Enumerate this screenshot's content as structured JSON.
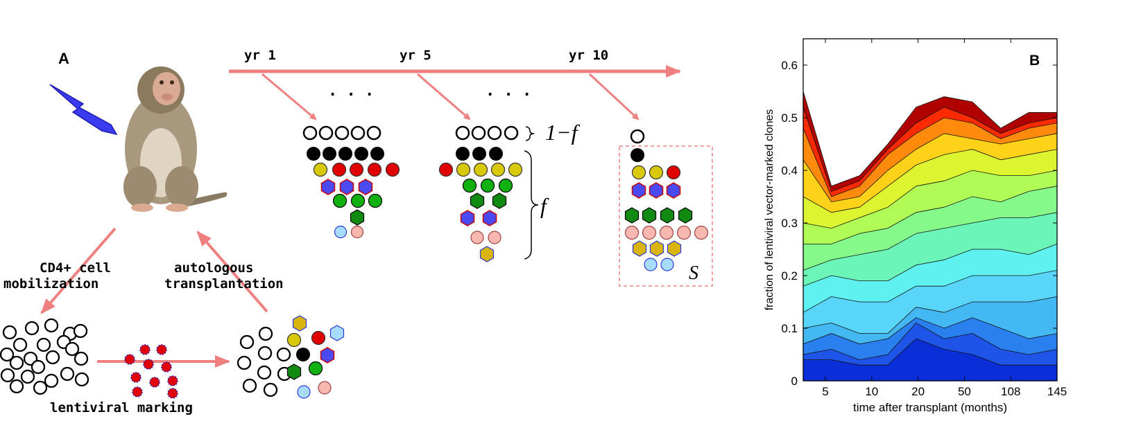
{
  "panel_a": {
    "label": "A",
    "timeline": {
      "yr1": "yr 1",
      "yr5": "yr 5",
      "yr10": "yr 10",
      "ellipsis": ". . ."
    },
    "cycle": {
      "mobilization": [
        "CD4+ cell",
        "mobilization"
      ],
      "transplant": [
        "autologous",
        "transplantation"
      ],
      "marking": "lentiviral marking"
    },
    "symbols": {
      "one_minus_f": "1−f",
      "f": "f",
      "s": "S"
    }
  },
  "chart_data": {
    "type": "area",
    "label": "B",
    "xlabel": "time after transplant (months)",
    "ylabel": "fraction of lentiviral vector-marked clones",
    "x_tick_labels": [
      "5",
      "10",
      "20",
      "50",
      "108",
      "145"
    ],
    "y_tick_labels": [
      "0",
      "0.1",
      "0.2",
      "0.3",
      "0.4",
      "0.5",
      "0.6"
    ],
    "ylim": [
      0,
      0.65
    ],
    "grid": false,
    "layer_boundaries": [
      [
        0.04,
        0.04,
        0.03,
        0.03,
        0.08,
        0.06,
        0.05,
        0.03,
        0.03,
        0.03
      ],
      [
        0.05,
        0.06,
        0.04,
        0.05,
        0.11,
        0.08,
        0.09,
        0.06,
        0.05,
        0.06
      ],
      [
        0.07,
        0.09,
        0.07,
        0.08,
        0.12,
        0.1,
        0.12,
        0.1,
        0.08,
        0.09
      ],
      [
        0.1,
        0.11,
        0.09,
        0.09,
        0.14,
        0.13,
        0.15,
        0.15,
        0.15,
        0.16
      ],
      [
        0.13,
        0.16,
        0.15,
        0.15,
        0.18,
        0.18,
        0.2,
        0.2,
        0.2,
        0.21
      ],
      [
        0.18,
        0.2,
        0.19,
        0.19,
        0.22,
        0.23,
        0.25,
        0.25,
        0.24,
        0.26
      ],
      [
        0.21,
        0.23,
        0.24,
        0.25,
        0.28,
        0.29,
        0.3,
        0.31,
        0.31,
        0.32
      ],
      [
        0.26,
        0.26,
        0.28,
        0.29,
        0.32,
        0.33,
        0.35,
        0.34,
        0.36,
        0.37
      ],
      [
        0.3,
        0.29,
        0.31,
        0.33,
        0.37,
        0.38,
        0.4,
        0.39,
        0.39,
        0.4
      ],
      [
        0.35,
        0.32,
        0.33,
        0.37,
        0.41,
        0.43,
        0.44,
        0.42,
        0.43,
        0.44
      ],
      [
        0.42,
        0.34,
        0.35,
        0.4,
        0.44,
        0.47,
        0.46,
        0.45,
        0.46,
        0.47
      ],
      [
        0.48,
        0.35,
        0.37,
        0.43,
        0.47,
        0.5,
        0.49,
        0.46,
        0.48,
        0.49
      ],
      [
        0.52,
        0.36,
        0.38,
        0.44,
        0.49,
        0.52,
        0.5,
        0.47,
        0.49,
        0.5
      ],
      [
        0.55,
        0.37,
        0.39,
        0.45,
        0.52,
        0.54,
        0.53,
        0.48,
        0.51,
        0.51
      ]
    ],
    "layer_colors": [
      "#0a2fd8",
      "#1e55e8",
      "#2a80ef",
      "#44b8f2",
      "#59d5fa",
      "#5ff0f0",
      "#6bf5b8",
      "#85fa8a",
      "#b0fb55",
      "#dcf530",
      "#ffd21a",
      "#ff8a0c",
      "#ff2a00",
      "#b00000"
    ]
  }
}
